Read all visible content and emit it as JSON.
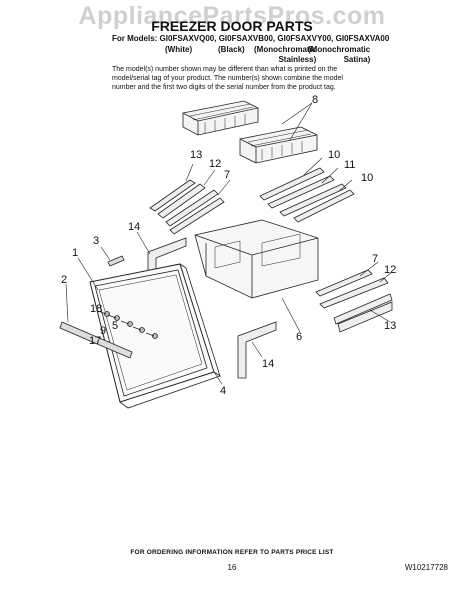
{
  "watermark": "AppliancePartsPros.com",
  "title": "FREEZER DOOR PARTS",
  "models_line": "For Models: GI0FSAXVQ00, GI0FSAXVB00, GI0FSAXVY00, GI0FSAXVA00",
  "variants": {
    "white": "(White)",
    "black": "(Black)",
    "mono_stainless_1": "(Monochromatic",
    "mono_stainless_2": "Stainless)",
    "mono_satina_1": "(Monochromatic",
    "mono_satina_2": "Satina)"
  },
  "note": "The model(s) number shown may be different than what is printed on the model/serial tag of your product. The number(s) shown combine the model number and the first two digits of the serial number from the product tag.",
  "callouts": {
    "c1": "1",
    "c2": "2",
    "c3": "3",
    "c4": "4",
    "c5": "5",
    "c6": "6",
    "c7a": "7",
    "c7b": "7",
    "c8": "8",
    "c9": "9",
    "c10a": "10",
    "c10b": "10",
    "c11": "11",
    "c12a": "12",
    "c12b": "12",
    "c13a": "13",
    "c13b": "13",
    "c14a": "14",
    "c14b": "14",
    "c17": "17",
    "c18": "18"
  },
  "footer": "FOR ORDERING INFORMATION REFER TO PARTS PRICE LIST",
  "page_number": "16",
  "doc_number": "W10217728",
  "colors": {
    "line": "#222222",
    "watermark": "#999999"
  }
}
